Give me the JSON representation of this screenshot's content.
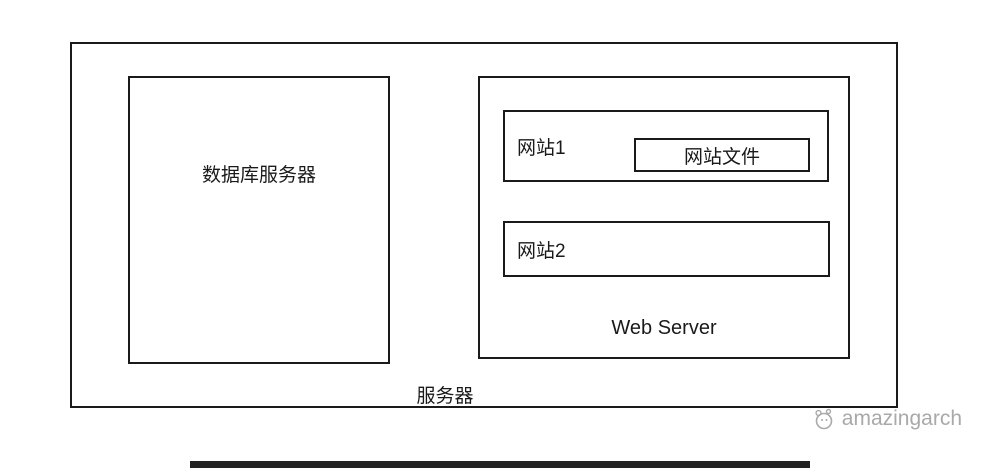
{
  "diagram": {
    "outer_label": "服务器",
    "db_box_label": "数据库服务器",
    "web_server_label": "Web Server",
    "site1_label": "网站1",
    "site1_files_label": "网站文件",
    "site2_label": "网站2"
  },
  "watermark": {
    "text": "amazingarch",
    "color": "#a9a9a9"
  },
  "colors": {
    "border": "#1a1a1a",
    "background": "#ffffff"
  }
}
